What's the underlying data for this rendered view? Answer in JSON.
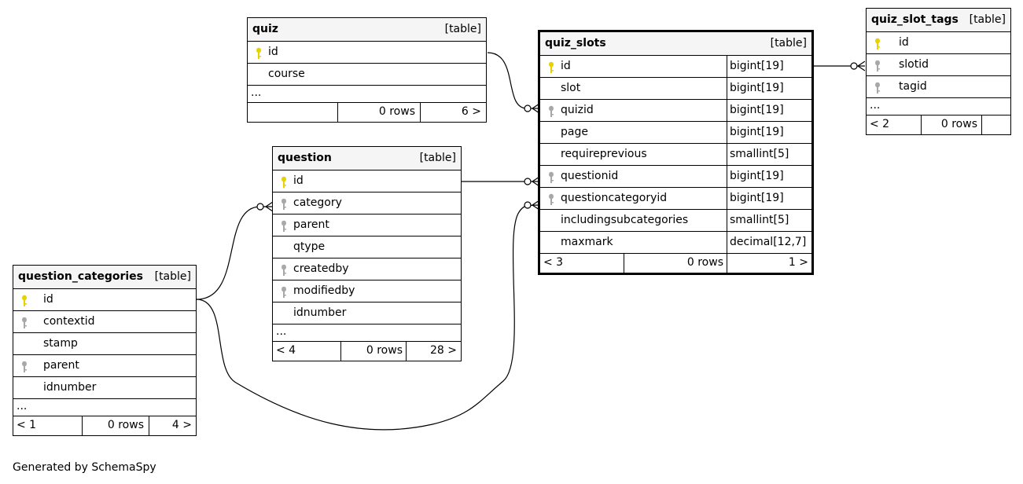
{
  "tables": {
    "quiz": {
      "name": "quiz",
      "type": "[table]",
      "columns": [
        {
          "name": "id",
          "key": "primary"
        },
        {
          "name": "course",
          "key": "none"
        }
      ],
      "ellipsis": "...",
      "footer": {
        "parents": "",
        "rows": "0 rows",
        "children": "6 >"
      }
    },
    "quiz_slots": {
      "name": "quiz_slots",
      "type": "[table]",
      "columns": [
        {
          "name": "id",
          "datatype": "bigint[19]",
          "key": "primary"
        },
        {
          "name": "slot",
          "datatype": "bigint[19]",
          "key": "none"
        },
        {
          "name": "quizid",
          "datatype": "bigint[19]",
          "key": "foreign"
        },
        {
          "name": "page",
          "datatype": "bigint[19]",
          "key": "none"
        },
        {
          "name": "requireprevious",
          "datatype": "smallint[5]",
          "key": "none"
        },
        {
          "name": "questionid",
          "datatype": "bigint[19]",
          "key": "foreign"
        },
        {
          "name": "questioncategoryid",
          "datatype": "bigint[19]",
          "key": "foreign"
        },
        {
          "name": "includingsubcategories",
          "datatype": "smallint[5]",
          "key": "none"
        },
        {
          "name": "maxmark",
          "datatype": "decimal[12,7]",
          "key": "none"
        }
      ],
      "footer": {
        "parents": "< 3",
        "rows": "0 rows",
        "children": "1 >"
      }
    },
    "quiz_slot_tags": {
      "name": "quiz_slot_tags",
      "type": "[table]",
      "columns": [
        {
          "name": "id",
          "key": "primary"
        },
        {
          "name": "slotid",
          "key": "foreign"
        },
        {
          "name": "tagid",
          "key": "foreign"
        }
      ],
      "ellipsis": "...",
      "footer": {
        "parents": "< 2",
        "rows": "0 rows",
        "children": ""
      }
    },
    "question": {
      "name": "question",
      "type": "[table]",
      "columns": [
        {
          "name": "id",
          "key": "primary"
        },
        {
          "name": "category",
          "key": "foreign"
        },
        {
          "name": "parent",
          "key": "foreign"
        },
        {
          "name": "qtype",
          "key": "none"
        },
        {
          "name": "createdby",
          "key": "foreign"
        },
        {
          "name": "modifiedby",
          "key": "foreign"
        },
        {
          "name": "idnumber",
          "key": "none"
        }
      ],
      "ellipsis": "...",
      "footer": {
        "parents": "< 4",
        "rows": "0 rows",
        "children": "28 >"
      }
    },
    "question_categories": {
      "name": "question_categories",
      "type": "[table]",
      "columns": [
        {
          "name": "id",
          "key": "primary"
        },
        {
          "name": "contextid",
          "key": "foreign"
        },
        {
          "name": "stamp",
          "key": "none"
        },
        {
          "name": "parent",
          "key": "foreign"
        },
        {
          "name": "idnumber",
          "key": "none"
        }
      ],
      "ellipsis": "...",
      "footer": {
        "parents": "< 1",
        "rows": "0 rows",
        "children": "4 >"
      }
    }
  },
  "colors": {
    "primary_key": "#e6d200",
    "foreign_key": "#a8a8a8",
    "header_bg": "#f5f5f5"
  },
  "icons": {
    "primary_key": "primary-key-icon",
    "foreign_key": "foreign-key-icon"
  },
  "credit": "Generated by SchemaSpy"
}
